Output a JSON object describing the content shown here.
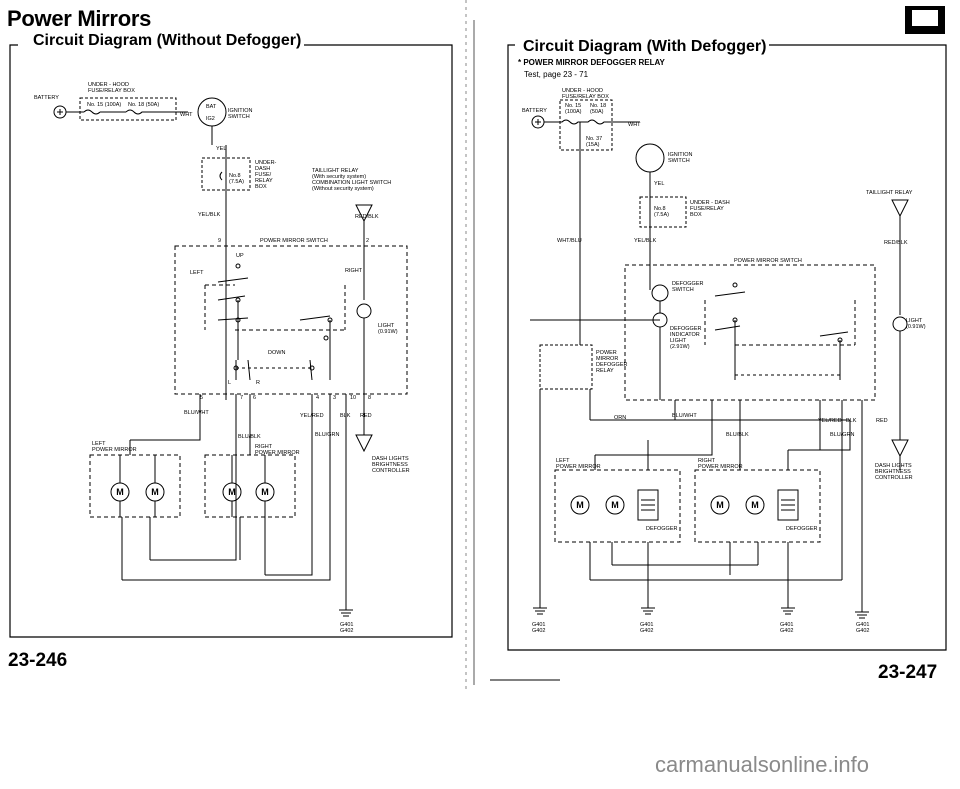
{
  "left": {
    "header": "Power Mirrors",
    "subtitle": "Circuit Diagram (Without Defogger)",
    "page_number": "23-246",
    "labels": {
      "underhood": "UNDER - HOOD\nFUSE/RELAY BOX",
      "battery": "BATTERY",
      "fuse15": "No. 15 (100A)",
      "fuse18": "No. 18 (50A)",
      "wht": "WHT",
      "bat_ig": "BAT\n\nIG2",
      "ignition": "IGNITION\nSWITCH",
      "yel": "YEL",
      "fuse8": "No.8\n(7.5A)",
      "underdash": "UNDER-\nDASH\nFUSE/\nRELAY\nBOX",
      "taillight": "TAILLIGHT RELAY\n(With security system)\nCOMBINATION LIGHT SWITCH\n(Without security system)",
      "yelblk": "YEL/BLK",
      "redblk": "RED/BLK",
      "pms": "POWER MIRROR SWITCH",
      "up": "UP",
      "left": "LEFT",
      "right": "RIGHT",
      "down": "DOWN",
      "light": "LIGHT\n(0.91W)",
      "l": "L",
      "r": "R",
      "pin9": "9",
      "pin2": "2",
      "pin5": "5",
      "pin7": "7",
      "pin6": "6",
      "pin4": "4",
      "pin3": "3",
      "pin10": "10",
      "pin8": "8",
      "bluwht": "BLU/WHT",
      "yelred": "YEL/RED",
      "blk": "BLK",
      "red": "RED",
      "blugrn": "BLU/GRN",
      "blublk": "BLU/BLK",
      "lpm": "LEFT\nPOWER MIRROR",
      "rpm": "RIGHT\nPOWER MIRROR",
      "dash": "DASH LIGHTS\nBRIGHTNESS\nCONTROLLER",
      "m": "M",
      "ground": "G401\nG402"
    }
  },
  "right": {
    "subtitle": "Circuit Diagram (With Defogger)",
    "note": "* POWER MIRROR DEFOGGER RELAY",
    "test": "Test, page 23 - 71",
    "page_number": "23-247",
    "labels": {
      "underhood": "UNDER - HOOD\nFUSE/RELAY BOX",
      "battery": "BATTERY",
      "fuse15": "No. 15\n(100A)",
      "fuse18": "No. 18\n(50A)",
      "fuse37": "No. 37\n(15A)",
      "wht": "WHT",
      "ignition": "IGNITION\nSWITCH",
      "yel": "YEL",
      "fuse8": "No.8\n(7.5A)",
      "underdash": "UNDER - DASH\nFUSE/RELAY\nBOX",
      "taillight": "TAILLIGHT RELAY",
      "whtblu": "WHT/BLU",
      "yelblk": "YEL/BLK",
      "redblk": "RED/BLK",
      "pms": "POWER MIRROR SWITCH",
      "defsw": "DEFOGGER\nSWITCH",
      "defind": "DEFOGGER\nINDICATOR\nLIGHT\n(2.91W)",
      "relay": "POWER\nMIRROR\nDEFOGGER\nRELAY",
      "orn": "ORN",
      "defogger": "DEFOGGER",
      "light": "LIGHT\n(0.91W)",
      "bluwht": "BLU/WHT",
      "blublk": "BLU/BLK",
      "blugrn": "BLU/GRN",
      "yelred": "YEL/RED",
      "blk": "BLK",
      "red": "RED",
      "lpm": "LEFT\nPOWER MIRROR",
      "rpm": "RIGHT\nPOWER MIRROR",
      "dash": "DASH LIGHTS\nBRIGHTNESS\nCONTROLLER",
      "ground1": "G401\nG402",
      "ground2": "G401\nG402",
      "ground3": "G401\nG402",
      "ground4": "G401\nG402"
    }
  },
  "watermark": "carmanualsonline.info"
}
